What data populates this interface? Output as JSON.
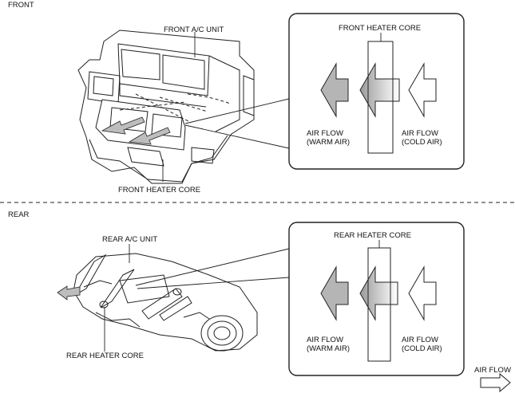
{
  "front": {
    "section_label": "FRONT",
    "unit_label": "FRONT A/C UNIT",
    "core_label": "FRONT HEATER CORE",
    "detail": {
      "core_label": "FRONT HEATER CORE",
      "warm_line1": "AIR FLOW",
      "warm_line2": "(WARM AIR)",
      "cold_line1": "AIR FLOW",
      "cold_line2": "(COLD AIR)"
    }
  },
  "rear": {
    "section_label": "REAR",
    "unit_label": "REAR A/C UNIT",
    "core_label": "REAR HEATER CORE",
    "detail": {
      "core_label": "REAR HEATER CORE",
      "warm_line1": "AIR FLOW",
      "warm_line2": "(WARM AIR)",
      "cold_line1": "AIR FLOW",
      "cold_line2": "(COLD AIR)"
    }
  },
  "legend": {
    "label": "AIR FLOW"
  },
  "colors": {
    "warm_gray": "#b5b5b5",
    "line": "#222222"
  }
}
